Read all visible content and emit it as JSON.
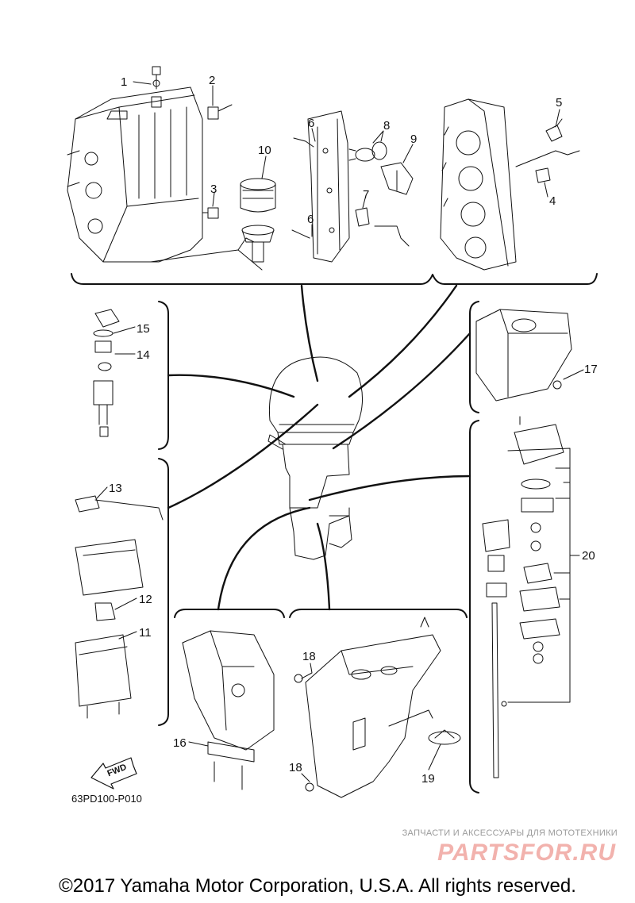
{
  "callouts": {
    "c1": "1",
    "c2": "2",
    "c3": "3",
    "c4": "4",
    "c5": "5",
    "c6a": "6",
    "c6b": "6",
    "c7": "7",
    "c8": "8",
    "c9": "9",
    "c10": "10",
    "c11": "11",
    "c12": "12",
    "c13": "13",
    "c14": "14",
    "c15": "15",
    "c16": "16",
    "c17": "17",
    "c18a": "18",
    "c18b": "18",
    "c19": "19",
    "c20": "20"
  },
  "fwd_label": "FWD",
  "diagram_code": "63PD100-P010",
  "watermark": {
    "tagline": "ЗАПЧАСТИ И АКСЕССУАРЫ ДЛЯ МОТОТЕХНИКИ",
    "logo": "PARTSFOR.RU"
  },
  "copyright": "©2017 Yamaha Motor Corporation, U.S.A. All rights reserved."
}
